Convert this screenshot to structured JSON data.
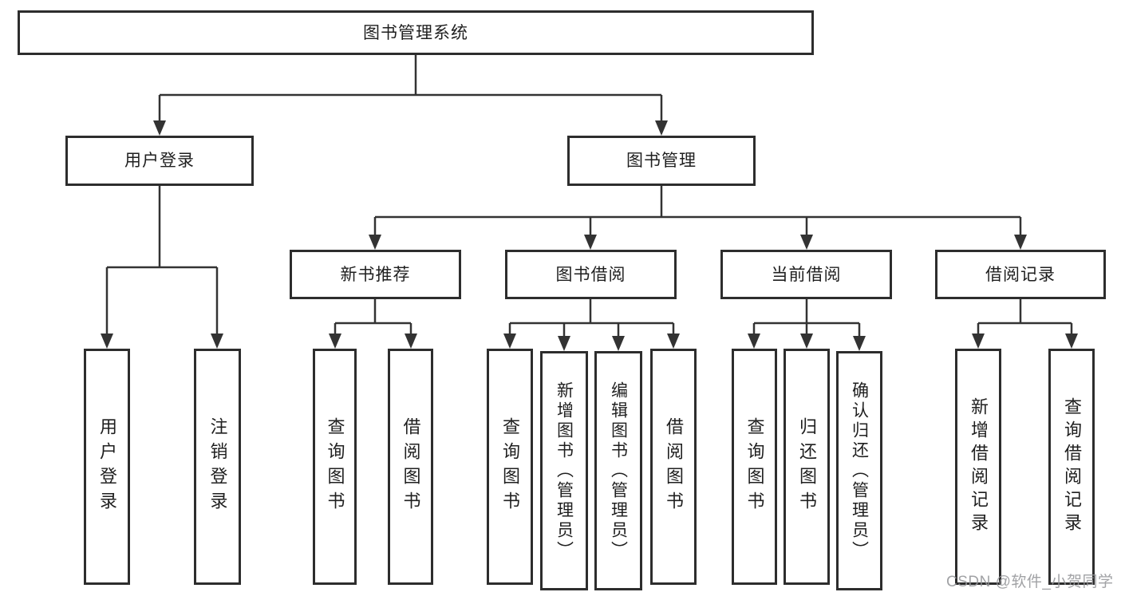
{
  "diagram": {
    "root": "图书管理系统",
    "branches": [
      {
        "label": "用户登录",
        "children": [
          "用户登录",
          "注销登录"
        ]
      },
      {
        "label": "图书管理",
        "groups": [
          {
            "label": "新书推荐",
            "children": [
              "查询图书",
              "借阅图书"
            ]
          },
          {
            "label": "图书借阅",
            "children": [
              "查询图书",
              "新增图书（管理员）",
              "编辑图书（管理员）",
              "借阅图书"
            ]
          },
          {
            "label": "当前借阅",
            "children": [
              "查询图书",
              "归还图书",
              "确认归还（管理员）"
            ]
          },
          {
            "label": "借阅记录",
            "children": [
              "新增借阅记录",
              "查询借阅记录"
            ]
          }
        ]
      }
    ]
  },
  "watermark": "CSDN @软件_小贺同学",
  "colors": {
    "line": "#333333",
    "box_border": "#2d2d2d",
    "text": "#1f1f1f",
    "watermark": "#96979b"
  }
}
